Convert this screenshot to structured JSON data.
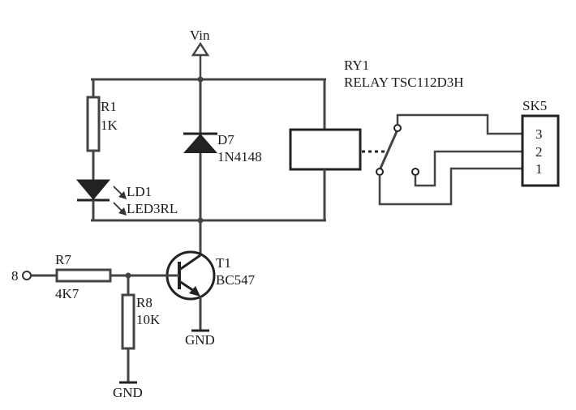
{
  "supply": {
    "label": "Vin"
  },
  "relay": {
    "ref": "RY1",
    "value": "RELAY TSC112D3H"
  },
  "connector": {
    "ref": "SK5",
    "pins": [
      "3",
      "2",
      "1"
    ]
  },
  "r1": {
    "ref": "R1",
    "value": "1K"
  },
  "led": {
    "ref": "LD1",
    "value": "LED3RL"
  },
  "diode": {
    "ref": "D7",
    "value": "1N4148"
  },
  "transistor": {
    "ref": "T1",
    "value": "BC547"
  },
  "r7": {
    "ref": "R7",
    "value": "4K7"
  },
  "r8": {
    "ref": "R8",
    "value": "10K"
  },
  "input": {
    "label": "8"
  },
  "ground": {
    "label": "GND"
  },
  "colors": {
    "wire": "#444444",
    "text": "#1a1a1a",
    "background": "#ffffff"
  }
}
